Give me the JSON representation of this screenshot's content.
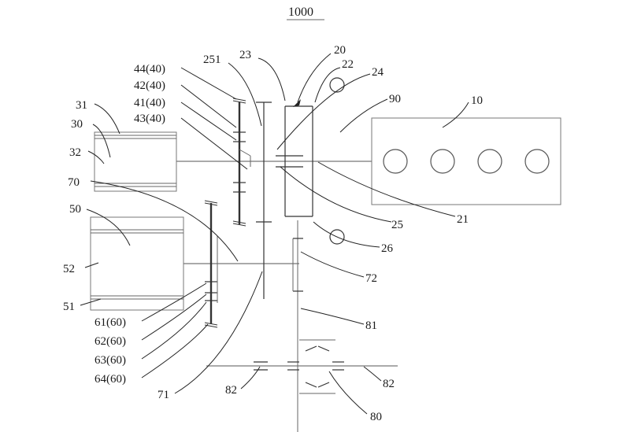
{
  "figure_title": "1000",
  "labels": {
    "l44": "44(40)",
    "l42": "42(40)",
    "l41": "41(40)",
    "l43": "43(40)",
    "l251": "251",
    "l23": "23",
    "l20": "20",
    "l22": "22",
    "l24": "24",
    "l90": "90",
    "l10": "10",
    "l31": "31",
    "l30": "30",
    "l32": "32",
    "l70": "70",
    "l50": "50",
    "l52": "52",
    "l51": "51",
    "l25": "25",
    "l21": "21",
    "l26": "26",
    "l72": "72",
    "l81": "81",
    "l61": "61(60)",
    "l62": "62(60)",
    "l63": "63(60)",
    "l64": "64(60)",
    "l71": "71",
    "l82a": "82",
    "l82b": "82",
    "l80": "80"
  }
}
